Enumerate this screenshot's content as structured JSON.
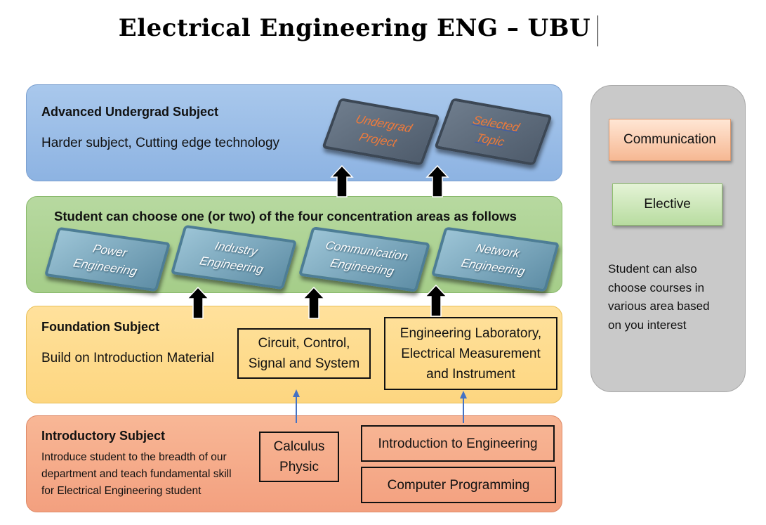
{
  "title": "Electrical Engineering ENG – UBU",
  "advanced": {
    "title": "Advanced Undergrad Subject",
    "subtitle": "Harder subject, Cutting edge technology",
    "tiles": [
      {
        "line1": "Undergrad",
        "line2": "Project"
      },
      {
        "line1": "Selected",
        "line2": "Topic"
      }
    ]
  },
  "concentration": {
    "title": "Student can choose one (or two) of the four concentration areas as follows",
    "areas": [
      {
        "line1": "Power",
        "line2": "Engineering"
      },
      {
        "line1": "Industry",
        "line2": "Engineering"
      },
      {
        "line1": "Communication",
        "line2": "Engineering"
      },
      {
        "line1": "Network",
        "line2": "Engineering"
      }
    ]
  },
  "foundation": {
    "title": "Foundation Subject",
    "subtitle": "Build on Introduction Material",
    "boxes": [
      {
        "line1": "Circuit, Control,",
        "line2": "Signal and System"
      },
      {
        "line1": "Engineering Laboratory,",
        "line2": "Electrical Measurement",
        "line3": "and Instrument"
      }
    ]
  },
  "introductory": {
    "title": "Introductory Subject",
    "desc": [
      "Introduce student to the breadth of our",
      "department and teach fundamental skill",
      "for Electrical Engineering student"
    ],
    "calc_box": {
      "line1": "Calculus",
      "line2": "Physic"
    },
    "intro_eng": "Introduction to Engineering",
    "comp_prog": "Computer Programming"
  },
  "legend": {
    "communication": "Communication",
    "elective": "Elective",
    "note": [
      "Student can also",
      "choose courses in",
      "various area based",
      "on you interest"
    ]
  },
  "colors": {
    "advanced_fill": "#8db3e2",
    "concentration_fill": "#a5cd89",
    "foundation_fill": "#fdd680",
    "introductory_fill": "#f3a07f",
    "side_panel": "#c9c9c9",
    "thin_arrow": "#4472c4",
    "undergrad_text": "#f07a3a"
  },
  "icons": {
    "block_arrow": "block-up-arrow-icon",
    "thin_arrow": "thin-up-arrow-icon"
  }
}
